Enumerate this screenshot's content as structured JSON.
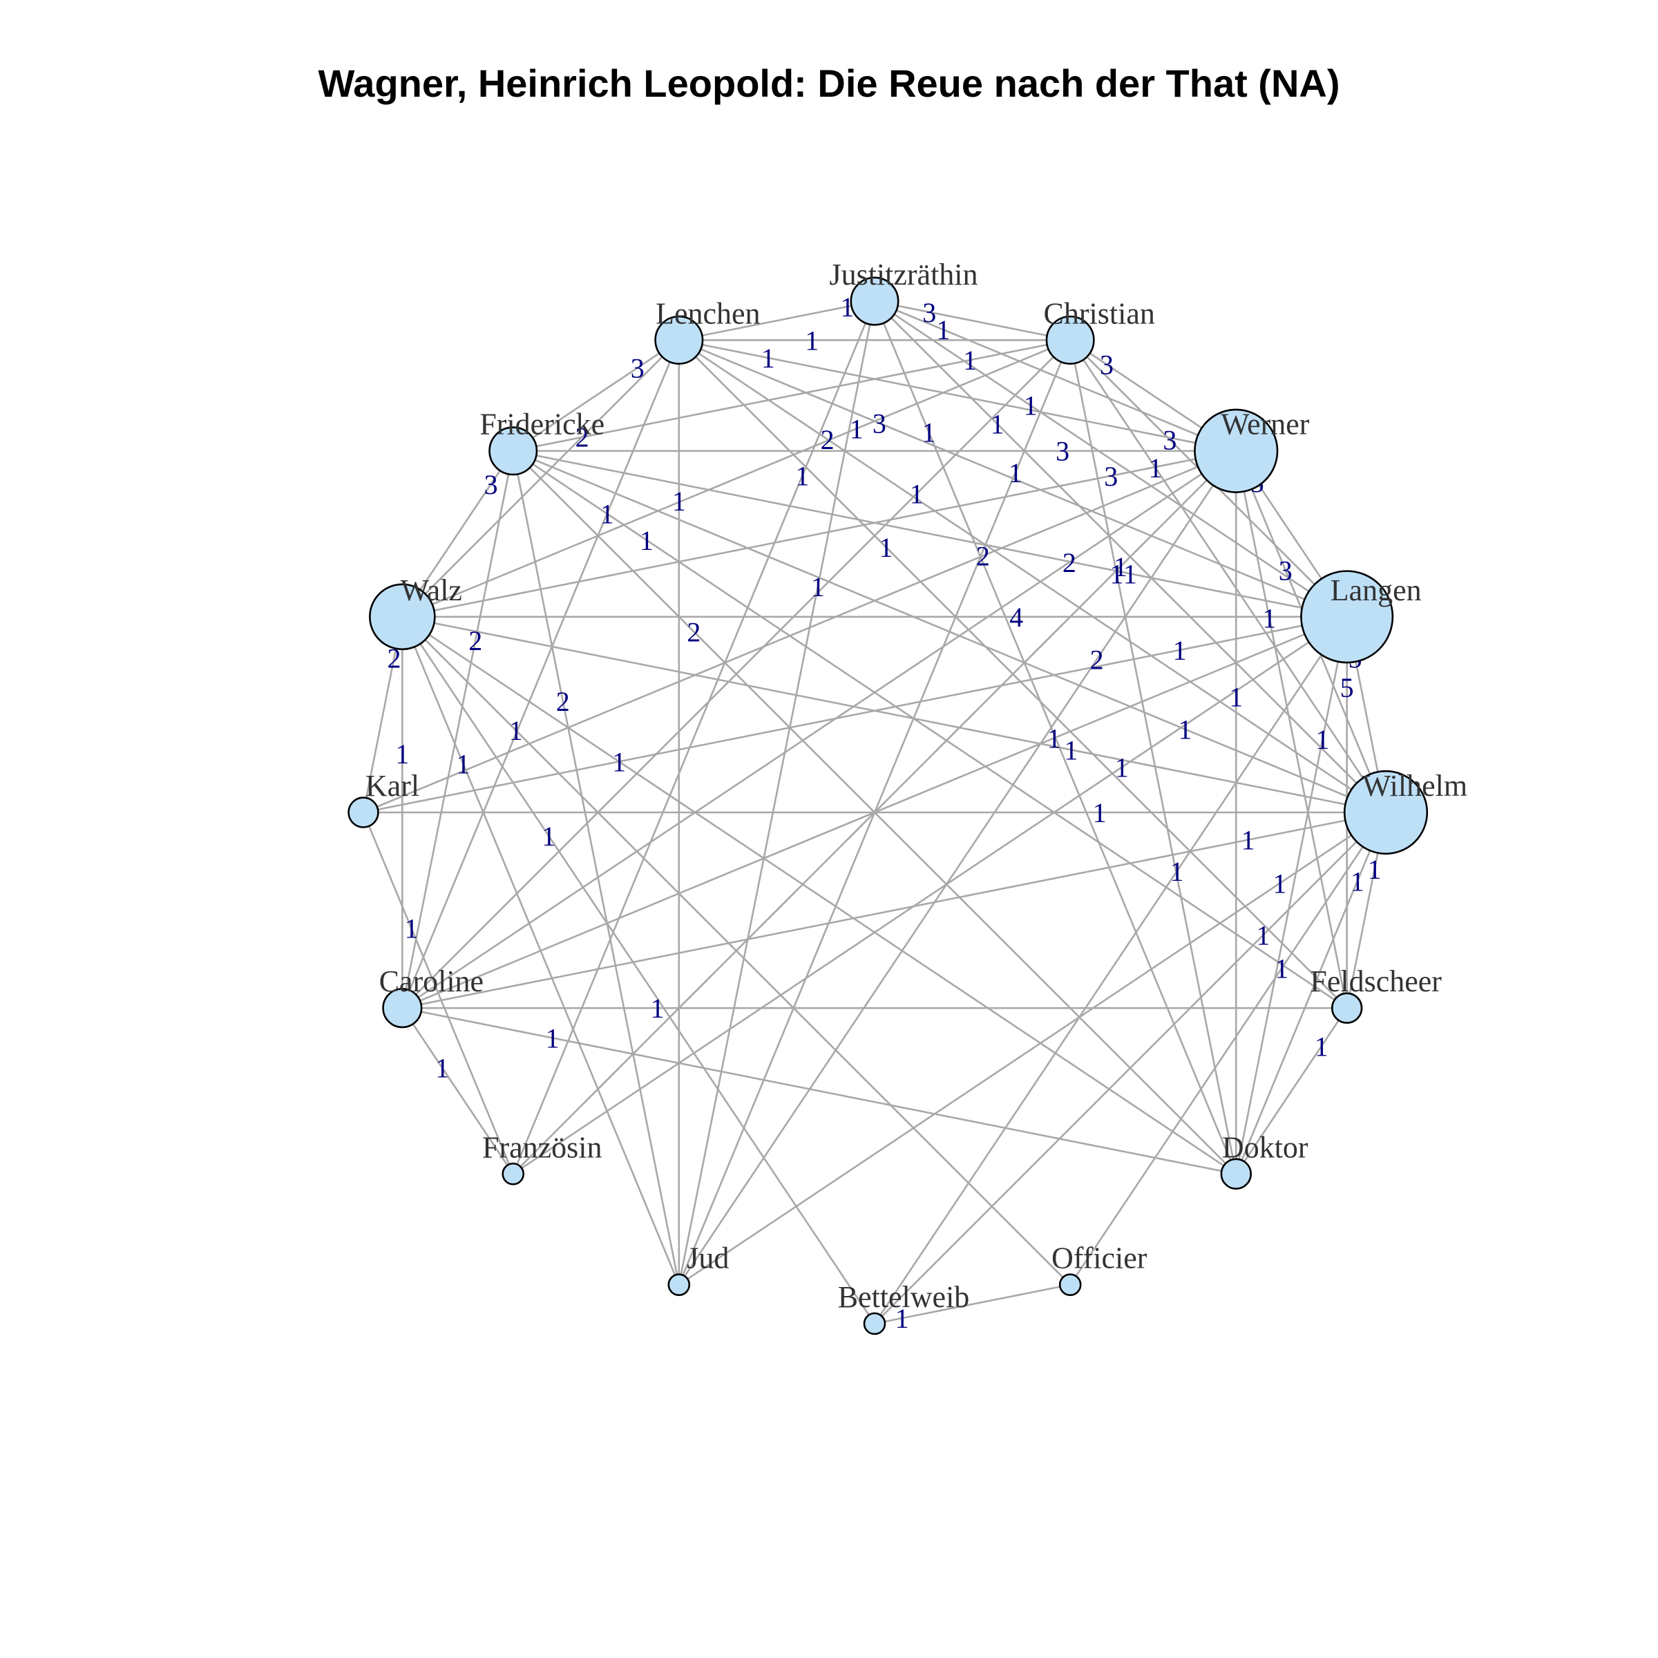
{
  "title": "Wagner, Heinrich Leopold: Die Reue nach der That (NA)",
  "colors": {
    "node_fill": "#bee0f7",
    "edge": "#a8a8a8",
    "edge_label": "#000080",
    "node_label": "#333333"
  },
  "nodes": [
    {
      "name": "Justitzräthin",
      "size": 3
    },
    {
      "name": "Christian",
      "size": 3
    },
    {
      "name": "Werner",
      "size": 7
    },
    {
      "name": "Langen",
      "size": 8
    },
    {
      "name": "Wilhelm",
      "size": 7
    },
    {
      "name": "Feldscheer",
      "size": 1
    },
    {
      "name": "Doktor",
      "size": 1
    },
    {
      "name": "Officier",
      "size": 0
    },
    {
      "name": "Bettelweib",
      "size": 0
    },
    {
      "name": "Jud",
      "size": 0
    },
    {
      "name": "Französin",
      "size": 0
    },
    {
      "name": "Caroline",
      "size": 2
    },
    {
      "name": "Karl",
      "size": 1
    },
    {
      "name": "Walz",
      "size": 5
    },
    {
      "name": "Fridericke",
      "size": 3
    },
    {
      "name": "Lenchen",
      "size": 3
    }
  ],
  "edges": [
    [
      "Justitzräthin",
      "Lenchen",
      1
    ],
    [
      "Justitzräthin",
      "Christian",
      3
    ],
    [
      "Justitzräthin",
      "Werner",
      1
    ],
    [
      "Justitzräthin",
      "Langen",
      1
    ],
    [
      "Justitzräthin",
      "Wilhelm",
      1
    ],
    [
      "Justitzräthin",
      "Doktor",
      1
    ],
    [
      "Justitzräthin",
      "Jud",
      1
    ],
    [
      "Justitzräthin",
      "Französin",
      1
    ],
    [
      "Lenchen",
      "Christian",
      1
    ],
    [
      "Lenchen",
      "Fridericke",
      3
    ],
    [
      "Lenchen",
      "Werner",
      1
    ],
    [
      "Lenchen",
      "Langen",
      3
    ],
    [
      "Lenchen",
      "Wilhelm",
      2
    ],
    [
      "Lenchen",
      "Walz",
      2
    ],
    [
      "Lenchen",
      "Caroline",
      1
    ],
    [
      "Lenchen",
      "Jud",
      1
    ],
    [
      "Lenchen",
      "Feldscheer",
      1
    ],
    [
      "Christian",
      "Werner",
      3
    ],
    [
      "Christian",
      "Langen",
      3
    ],
    [
      "Christian",
      "Wilhelm",
      1
    ],
    [
      "Christian",
      "Fridericke",
      1
    ],
    [
      "Christian",
      "Walz",
      1
    ],
    [
      "Christian",
      "Caroline",
      1
    ],
    [
      "Christian",
      "Jud",
      1
    ],
    [
      "Christian",
      "Doktor",
      1
    ],
    [
      "Werner",
      "Langen",
      5
    ],
    [
      "Werner",
      "Wilhelm",
      3
    ],
    [
      "Werner",
      "Fridericke",
      3
    ],
    [
      "Werner",
      "Walz",
      3
    ],
    [
      "Werner",
      "Karl",
      2
    ],
    [
      "Werner",
      "Caroline",
      2
    ],
    [
      "Werner",
      "Doktor",
      1
    ],
    [
      "Werner",
      "Jud",
      2
    ],
    [
      "Werner",
      "Französin",
      1
    ],
    [
      "Werner",
      "Feldscheer",
      1
    ],
    [
      "Langen",
      "Wilhelm",
      5
    ],
    [
      "Langen",
      "Walz",
      4
    ],
    [
      "Langen",
      "Fridericke",
      1
    ],
    [
      "Langen",
      "Karl",
      1
    ],
    [
      "Langen",
      "Caroline",
      1
    ],
    [
      "Langen",
      "Doktor",
      1
    ],
    [
      "Langen",
      "Bettelweib",
      1
    ],
    [
      "Langen",
      "Französin",
      1
    ],
    [
      "Langen",
      "Feldscheer",
      5
    ],
    [
      "Wilhelm",
      "Walz",
      1
    ],
    [
      "Wilhelm",
      "Fridericke",
      1
    ],
    [
      "Wilhelm",
      "Caroline",
      1
    ],
    [
      "Wilhelm",
      "Karl",
      1
    ],
    [
      "Wilhelm",
      "Doktor",
      1
    ],
    [
      "Wilhelm",
      "Officier",
      1
    ],
    [
      "Wilhelm",
      "Bettelweib",
      1
    ],
    [
      "Wilhelm",
      "Jud",
      1
    ],
    [
      "Wilhelm",
      "Feldscheer",
      1
    ],
    [
      "Fridericke",
      "Walz",
      3
    ],
    [
      "Fridericke",
      "Caroline",
      2
    ],
    [
      "Fridericke",
      "Doktor",
      2
    ],
    [
      "Fridericke",
      "Feldscheer",
      1
    ],
    [
      "Fridericke",
      "Jud",
      2
    ],
    [
      "Walz",
      "Karl",
      2
    ],
    [
      "Walz",
      "Caroline",
      1
    ],
    [
      "Walz",
      "Doktor",
      1
    ],
    [
      "Walz",
      "Officier",
      1
    ],
    [
      "Walz",
      "Bettelweib",
      1
    ],
    [
      "Walz",
      "Jud",
      1
    ],
    [
      "Caroline",
      "Französin",
      1
    ],
    [
      "Caroline",
      "Feldscheer",
      1
    ],
    [
      "Caroline",
      "Doktor",
      1
    ],
    [
      "Karl",
      "Französin",
      1
    ],
    [
      "Feldscheer",
      "Doktor",
      1
    ],
    [
      "Bettelweib",
      "Officier",
      1
    ]
  ]
}
